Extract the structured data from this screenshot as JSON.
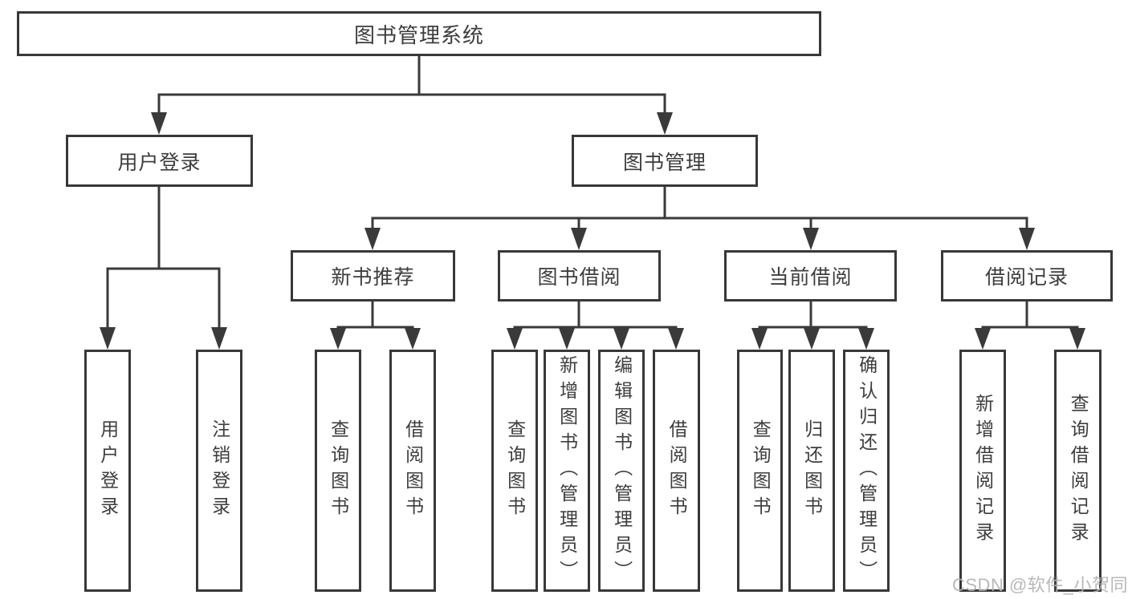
{
  "diagram": {
    "root": {
      "label": "图书管理系统"
    },
    "user_login": {
      "label": "用户登录",
      "children": [
        {
          "label": "用户登录"
        },
        {
          "label": "注销登录"
        }
      ]
    },
    "book_mgmt": {
      "label": "图书管理",
      "children": [
        {
          "label": "新书推荐",
          "children": [
            {
              "label": "查询图书"
            },
            {
              "label": "借阅图书"
            }
          ]
        },
        {
          "label": "图书借阅",
          "children": [
            {
              "label": "查询图书"
            },
            {
              "label": "新增图书（管理员）"
            },
            {
              "label": "编辑图书（管理员）"
            },
            {
              "label": "借阅图书"
            }
          ]
        },
        {
          "label": "当前借阅",
          "children": [
            {
              "label": "查询图书"
            },
            {
              "label": "归还图书"
            },
            {
              "label": "确认归还（管理员）"
            }
          ]
        },
        {
          "label": "借阅记录",
          "children": [
            {
              "label": "新增借阅记录"
            },
            {
              "label": "查询借阅记录"
            }
          ]
        }
      ]
    }
  },
  "colors": {
    "line": "#3a3a3a",
    "text": "#3d3d3d",
    "box_background": "#ffffff",
    "watermark": "#b3b3b3"
  },
  "watermark": {
    "text": "CSDN @软件_小贺同学"
  }
}
